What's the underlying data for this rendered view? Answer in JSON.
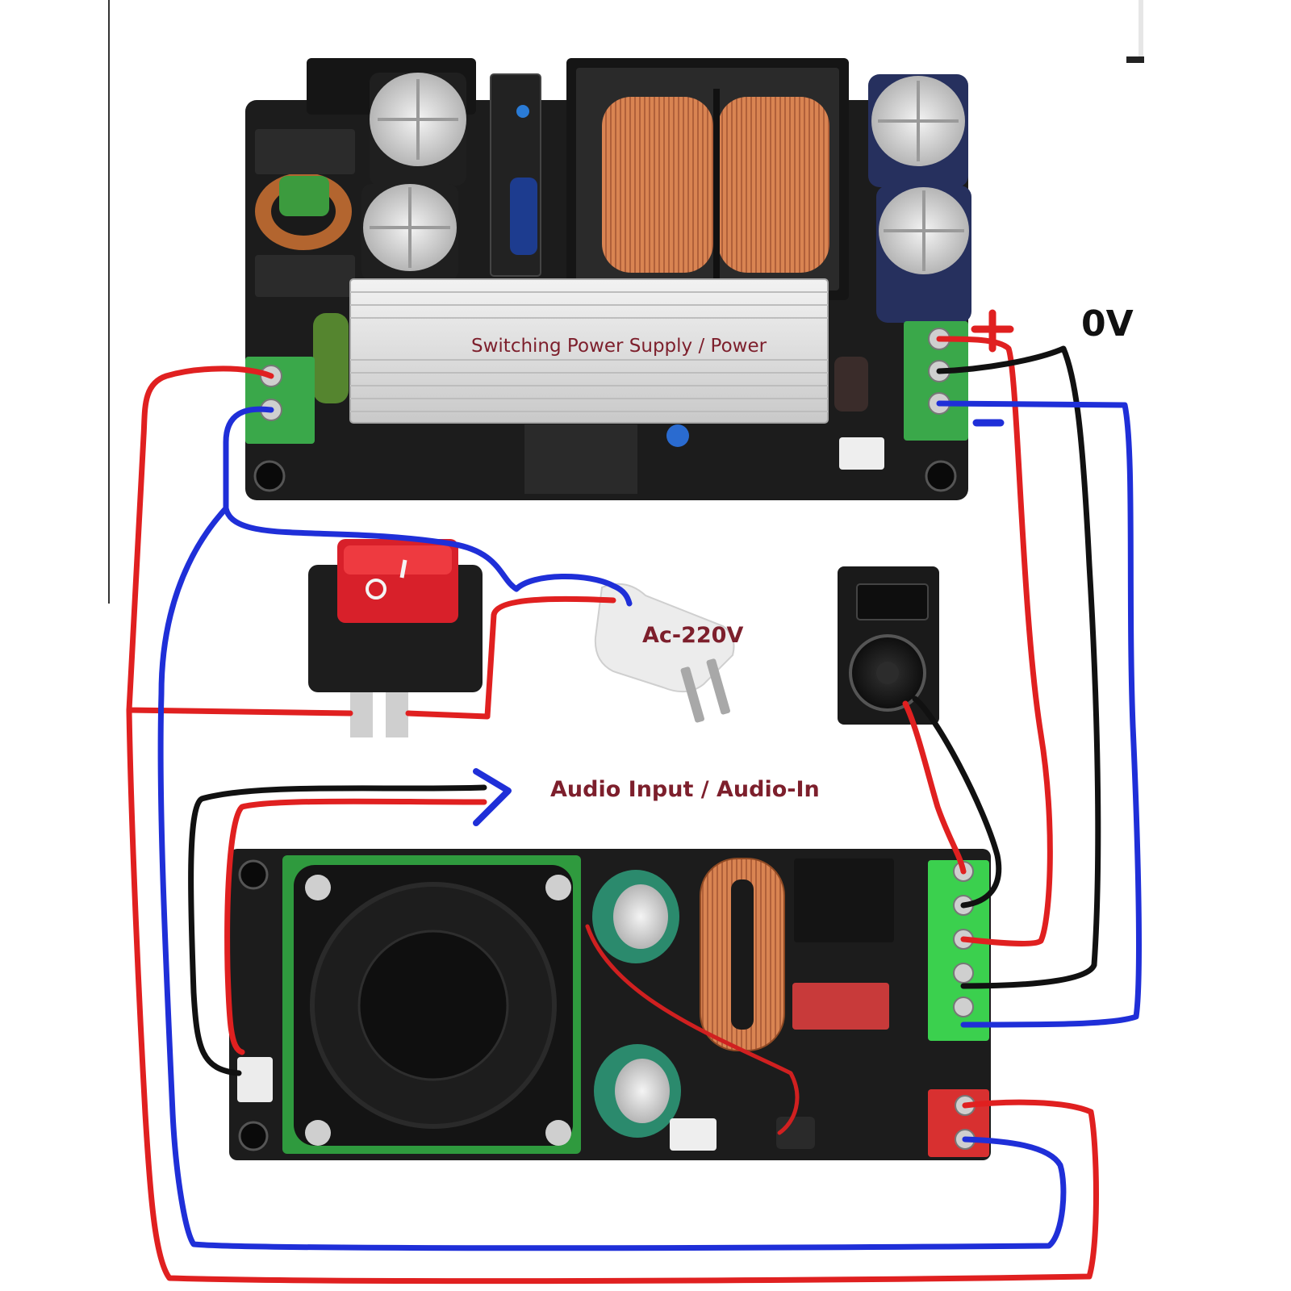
{
  "labels": {
    "power_supply": "Switching Power Supply / Power",
    "ac_input": "Ac-220V",
    "audio_input": "Audio Input / Audio-In",
    "zero_volt": "0V"
  },
  "components": [
    "switching-power-supply-board",
    "rocker-switch",
    "ac-plug",
    "speaker",
    "amplifier-board"
  ],
  "colors": {
    "wire_positive": "#e02020",
    "wire_negative": "#1f2fd8",
    "wire_ground": "#111111",
    "label_text": "#7d1f2c",
    "pcb": "#1c1c1c",
    "terminal_green": "#3aa84a"
  }
}
